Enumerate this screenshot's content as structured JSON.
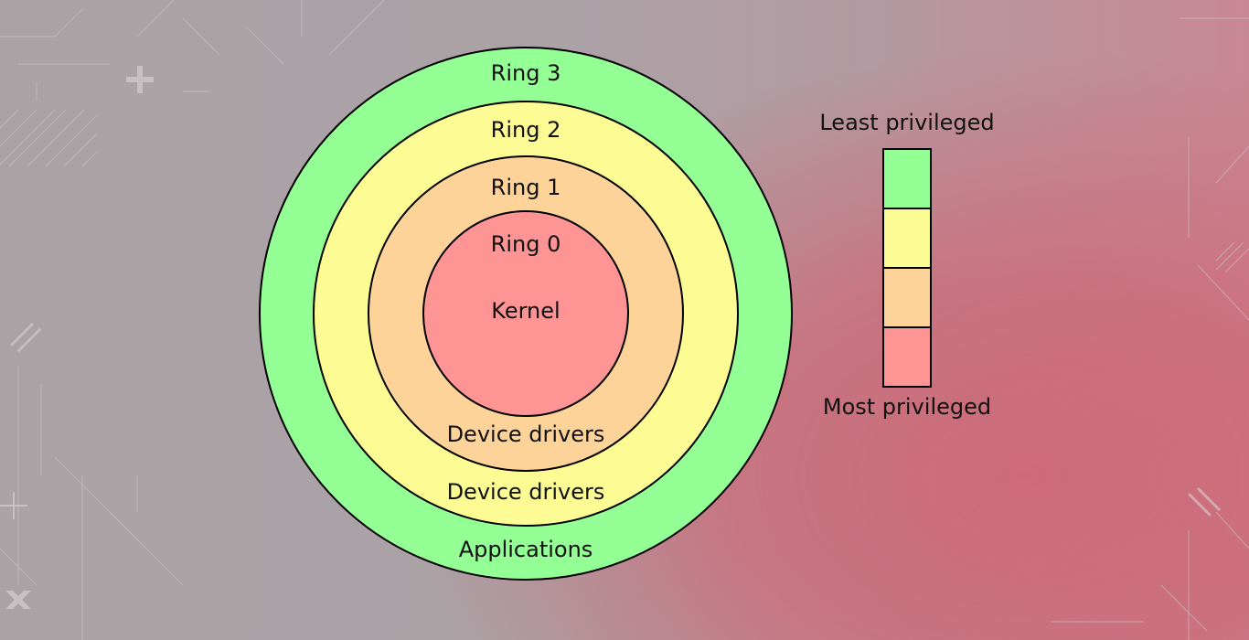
{
  "diagram": {
    "rings": [
      {
        "name": "Ring 3",
        "role": "Applications",
        "color": "#94ff94"
      },
      {
        "name": "Ring 2",
        "role": "Device drivers",
        "color": "#fdfc94"
      },
      {
        "name": "Ring 1",
        "role": "Device drivers",
        "color": "#fed39a"
      },
      {
        "name": "Ring 0",
        "role": "Kernel",
        "color": "#fe9494"
      }
    ]
  },
  "legend": {
    "top_label": "Least privileged",
    "bottom_label": "Most privileged"
  },
  "colors": {
    "stroke": "#000000",
    "background_left": "#aaa3a5",
    "background_right": "#cc6a78"
  }
}
